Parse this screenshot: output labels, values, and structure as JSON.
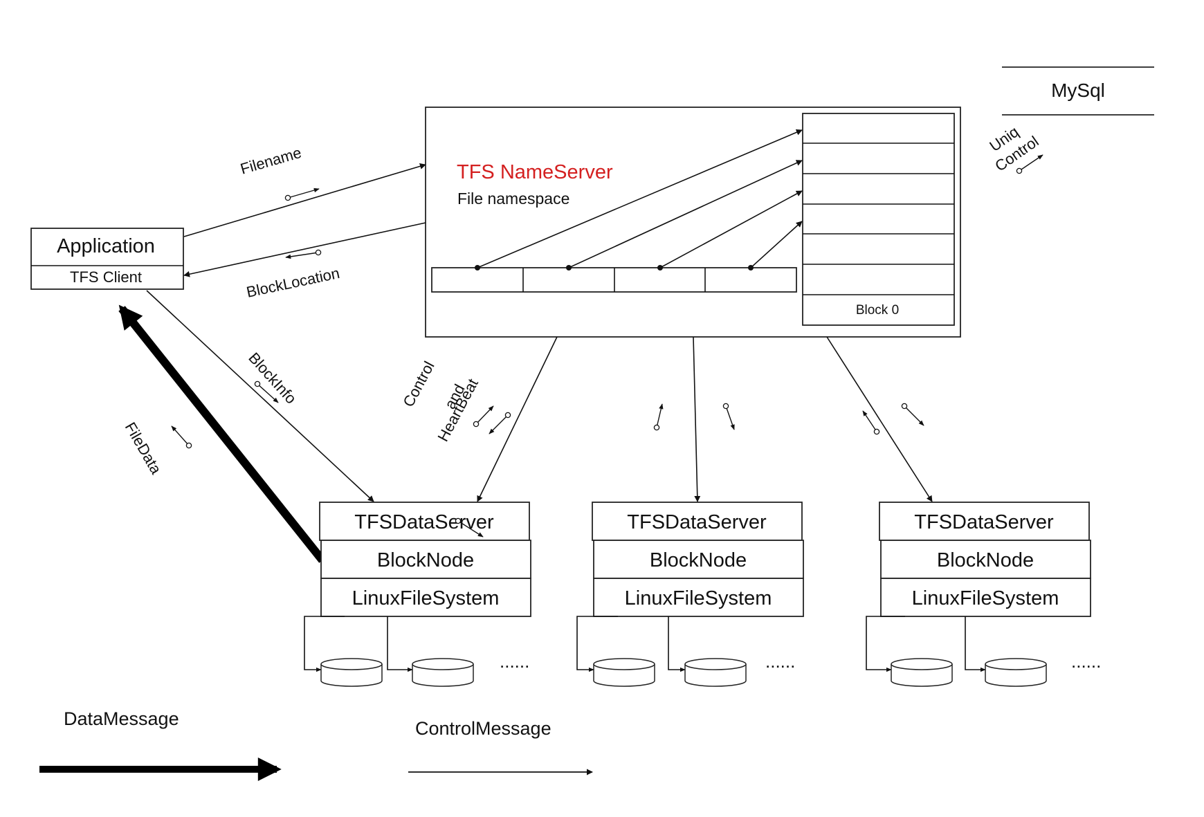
{
  "mysql": {
    "label": "MySql",
    "link_label_line1": "Uniq",
    "link_label_line2": "Control"
  },
  "nameserver": {
    "title": "TFS NameServer",
    "subtitle": "File namespace",
    "block0_label": "Block 0",
    "title_color": "#d42020"
  },
  "client": {
    "app_label": "Application",
    "client_label": "TFS Client"
  },
  "edges": {
    "filename": "Filename",
    "blocklocation": "BlockLocation",
    "blockinfo": "BlockInfo",
    "filedata": "FileData",
    "control_line1": "Control",
    "control_line2": "and",
    "control_line3": "HeartBeat"
  },
  "dataservers": [
    {
      "server": "TFSDataServer",
      "node": "BlockNode",
      "fs": "LinuxFileSystem",
      "ellipsis": "......"
    },
    {
      "server": "TFSDataServer",
      "node": "BlockNode",
      "fs": "LinuxFileSystem",
      "ellipsis": "......"
    },
    {
      "server": "TFSDataServer",
      "node": "BlockNode",
      "fs": "LinuxFileSystem",
      "ellipsis": "......"
    }
  ],
  "legend": {
    "data_label": "DataMessage",
    "control_label": "ControlMessage"
  }
}
